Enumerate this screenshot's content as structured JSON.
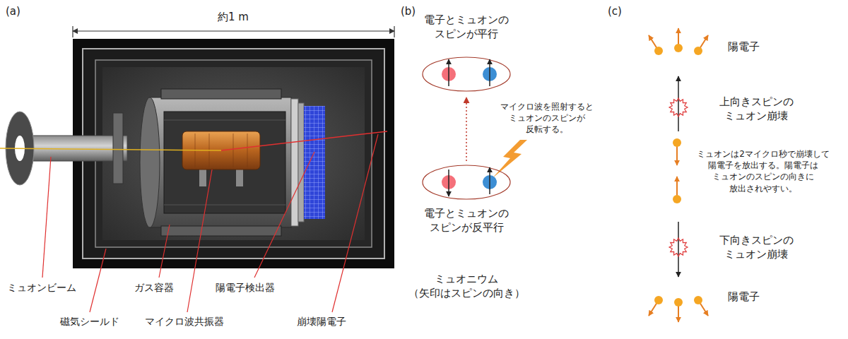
{
  "diagram": {
    "labels": [
      "(a)",
      "約1 m",
      "ミュオンビーム",
      "磁気シールド",
      "ガス容器",
      "マイクロ波共振器",
      "陽電子検出器",
      "崩壊陽電子",
      "(b)",
      "電子とミュオンの スピンが平行",
      "マイクロ波を照射すると ミュオンのスピンが 反転する。",
      "電子とミュオンの スピンが反平行",
      "ミュオニウム （矢印はスピンの向き）",
      "(c)",
      "陽電子",
      "上向きスピンの ミュオン崩壊",
      "ミュオンは2マイクロ秒で崩壊して 陽電子を放出する。陽電子は ミュオンのスピンの向きに 放出されやすい。",
      "下向きスピンの ミュオン崩壊",
      "陽電子"
    ]
  }
}
